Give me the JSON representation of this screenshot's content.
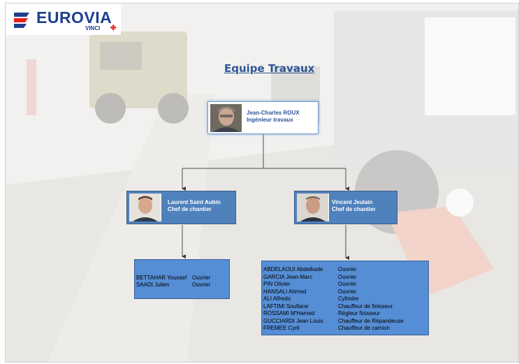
{
  "logo": {
    "word": "EUROVIA",
    "sub": "VINCI"
  },
  "title": "Equipe Travaux",
  "org": {
    "top": {
      "name": "Jean-Charles ROUX",
      "role": "Ingénieur travaux"
    },
    "left": {
      "name": "Laurent Saint Aubin",
      "role": "Chef de chantier",
      "team": [
        {
          "name": "BETTAHAR Youssef",
          "job": "Ouvrier"
        },
        {
          "name": "SAADI Julien",
          "job": "Ouvrier"
        }
      ]
    },
    "right": {
      "name": "Vincent Jeulain",
      "role": "Chef de chantier",
      "team": [
        {
          "name": "ABDELAOUI Abdelkade",
          "job": "Ouvrier"
        },
        {
          "name": "GARCIA Jean-Marc",
          "job": "Ouvrier"
        },
        {
          "name": "PIN Olivier",
          "job": "Ouvrier"
        },
        {
          "name": "HANSALI Ahmed",
          "job": "Ouvrier"
        },
        {
          "name": "ALI Alfredo",
          "job": "Cylindre"
        },
        {
          "name": "LAFTIMI Soufiane",
          "job": "Chauffeur de finisseur"
        },
        {
          "name": "ROSSAMI M'Hamed",
          "job": "Régleur finisseur"
        },
        {
          "name": "GUCCIARDI  Jean Louis",
          "job": "Chauffeur de Répandeuse"
        },
        {
          "name": "FREMEE Cyril",
          "job": "Chauffeur de camion"
        }
      ]
    }
  },
  "colors": {
    "card": "#4f81bd",
    "box": "#558ed5",
    "title": "#2f5597",
    "brand": "#1f3f8f",
    "brand_red": "#e2231a"
  }
}
